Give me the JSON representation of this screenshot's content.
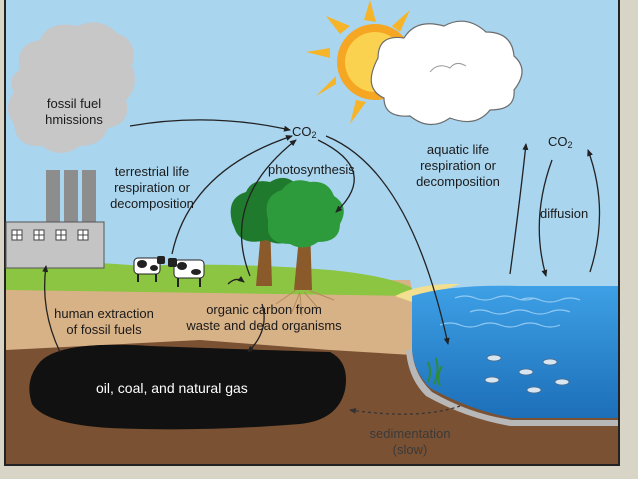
{
  "labels": {
    "fossil_fuel_emissions": [
      "fossil fuel",
      "hmissions"
    ],
    "co2_top": "CO",
    "co2_top_sub": "2",
    "co2_right": "CO",
    "co2_right_sub": "2",
    "terrestrial": [
      "terrestrial life",
      "respiration or",
      "decomposition"
    ],
    "photosynthesis": "photosynthesis",
    "aquatic": [
      "aquatic life",
      "respiration or",
      "decomposition"
    ],
    "diffusion": "diffusion",
    "human_extraction": [
      "human extraction",
      "of fossil fuels"
    ],
    "organic_carbon": [
      "organic carbon from",
      "waste and dead organisms"
    ],
    "fossil_reservoir": "oil, coal, and natural gas",
    "sedimentation": [
      "sedimentation",
      "(slow)"
    ]
  },
  "colors": {
    "sky": "#a8d4ee",
    "grass": "#8cc63f",
    "soil": "#d9b58a",
    "deep_earth": "#7a5032",
    "oil": "#111111",
    "ocean": "#2f8fd8",
    "sun": "#f5b324",
    "smoke": "#c8c8c8",
    "factory": "#9a9a9a"
  }
}
